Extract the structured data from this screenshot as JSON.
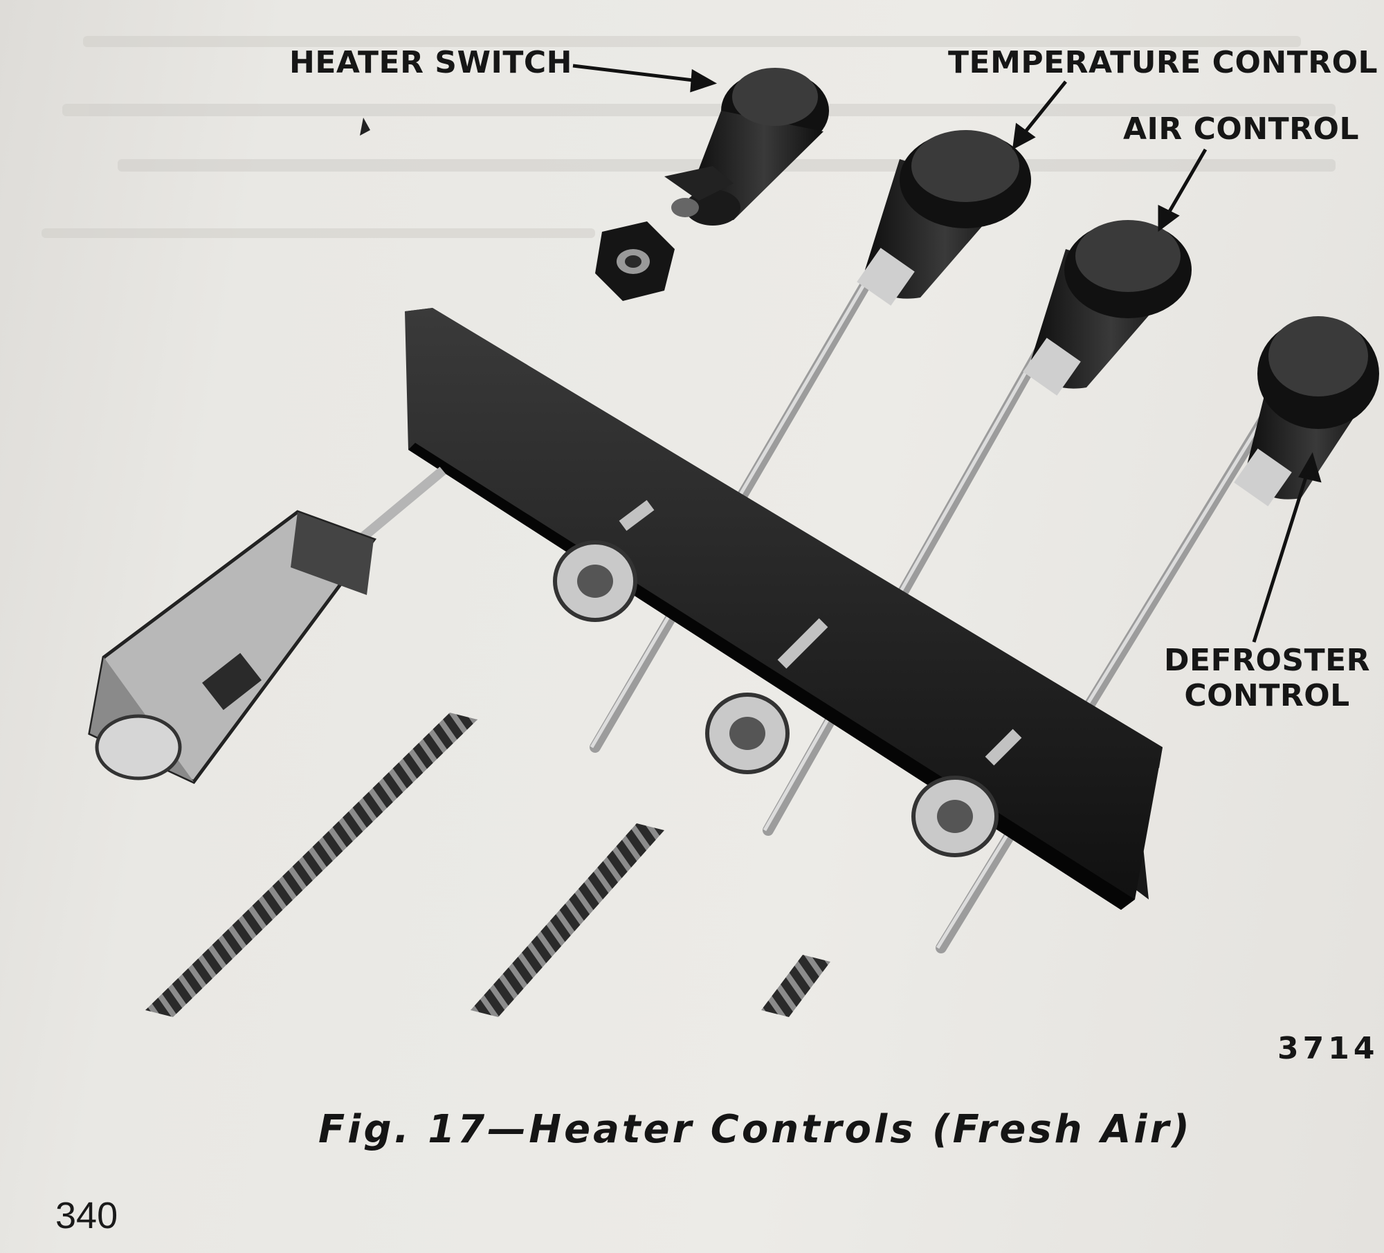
{
  "labels": {
    "heater_switch": "HEATER SWITCH",
    "temperature_control": "TEMPERATURE CONTROL",
    "air_control": "AIR CONTROL",
    "defroster_line1": "DEFROSTER",
    "defroster_line2": "CONTROL"
  },
  "figure_number": "3714",
  "caption": "Fig. 17—Heater Controls (Fresh Air)",
  "page_number": "340"
}
